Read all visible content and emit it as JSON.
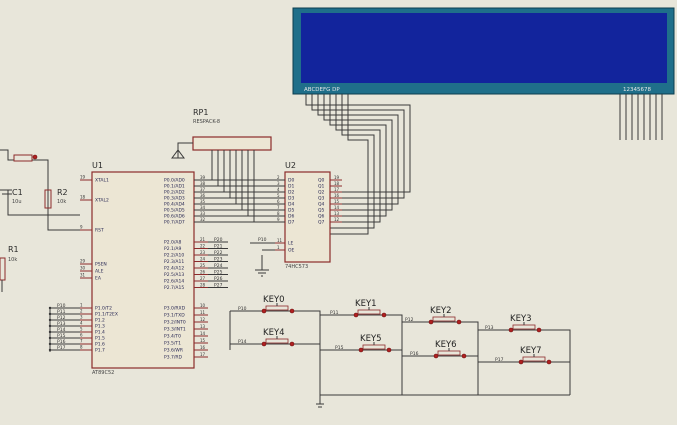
{
  "lcd": {
    "line1": "ABCDEFG DP",
    "line2": "12345678"
  },
  "rp1": {
    "ref": "RP1",
    "part": "RESPACK-8"
  },
  "u1": {
    "ref": "U1",
    "part": "AT89C52",
    "left_pins": [
      {
        "num": "19",
        "name": "XTAL1"
      },
      {
        "num": "18",
        "name": "XTAL2"
      },
      {
        "num": "9",
        "name": "RST"
      },
      {
        "num": "29",
        "name": "PSEN"
      },
      {
        "num": "30",
        "name": "ALE"
      },
      {
        "num": "31",
        "name": "EA"
      },
      {
        "num": "1",
        "name": "P1.0/T2"
      },
      {
        "num": "2",
        "name": "P1.1/T2EX"
      },
      {
        "num": "3",
        "name": "P1.2"
      },
      {
        "num": "4",
        "name": "P1.3"
      },
      {
        "num": "5",
        "name": "P1.4"
      },
      {
        "num": "6",
        "name": "P1.5"
      },
      {
        "num": "7",
        "name": "P1.6"
      },
      {
        "num": "8",
        "name": "P1.7"
      }
    ],
    "right_pins": [
      {
        "num": "39",
        "name": "P0.0/AD0"
      },
      {
        "num": "38",
        "name": "P0.1/AD1"
      },
      {
        "num": "37",
        "name": "P0.2/AD2"
      },
      {
        "num": "36",
        "name": "P0.3/AD3"
      },
      {
        "num": "35",
        "name": "P0.4/AD4"
      },
      {
        "num": "34",
        "name": "P0.5/AD5"
      },
      {
        "num": "33",
        "name": "P0.6/AD6"
      },
      {
        "num": "32",
        "name": "P0.7/AD7"
      },
      {
        "num": "21",
        "name": "P2.0/A8"
      },
      {
        "num": "22",
        "name": "P2.1/A9"
      },
      {
        "num": "23",
        "name": "P2.2/A10"
      },
      {
        "num": "24",
        "name": "P2.3/A11"
      },
      {
        "num": "25",
        "name": "P2.4/A12"
      },
      {
        "num": "26",
        "name": "P2.5/A13"
      },
      {
        "num": "27",
        "name": "P2.6/A14"
      },
      {
        "num": "28",
        "name": "P2.7/A15"
      },
      {
        "num": "10",
        "name": "P3.0/RXD"
      },
      {
        "num": "11",
        "name": "P3.1/TXD"
      },
      {
        "num": "12",
        "name": "P3.2/INT0"
      },
      {
        "num": "13",
        "name": "P3.3/INT1"
      },
      {
        "num": "14",
        "name": "P3.4/T0"
      },
      {
        "num": "15",
        "name": "P3.5/T1"
      },
      {
        "num": "16",
        "name": "P3.6/WR"
      },
      {
        "num": "17",
        "name": "P3.7/RD"
      }
    ],
    "p2_nets": [
      "P20",
      "P21",
      "P22",
      "P23",
      "P24",
      "P25",
      "P26",
      "P27"
    ],
    "p1_nets": [
      "P10",
      "P11",
      "P12",
      "P13",
      "P14",
      "P15",
      "P16",
      "P17"
    ]
  },
  "u2": {
    "ref": "U2",
    "part": "74HC573",
    "left_pins": [
      {
        "num": "2",
        "name": "D0"
      },
      {
        "num": "3",
        "name": "D1"
      },
      {
        "num": "4",
        "name": "D2"
      },
      {
        "num": "5",
        "name": "D3"
      },
      {
        "num": "6",
        "name": "D4"
      },
      {
        "num": "7",
        "name": "D5"
      },
      {
        "num": "8",
        "name": "D6"
      },
      {
        "num": "9",
        "name": "D7"
      }
    ],
    "right_pins": [
      {
        "num": "19",
        "name": "Q0"
      },
      {
        "num": "18",
        "name": "Q1"
      },
      {
        "num": "17",
        "name": "Q2"
      },
      {
        "num": "16",
        "name": "Q3"
      },
      {
        "num": "15",
        "name": "Q4"
      },
      {
        "num": "14",
        "name": "Q5"
      },
      {
        "num": "13",
        "name": "Q6"
      },
      {
        "num": "12",
        "name": "Q7"
      }
    ],
    "ctrl_pins": [
      {
        "num": "11",
        "name": "LE"
      },
      {
        "num": "1",
        "name": "OE"
      }
    ],
    "le_net": "P10"
  },
  "c1": {
    "ref": "C1",
    "value": "10u"
  },
  "r2": {
    "ref": "R2",
    "value": "10k"
  },
  "r1": {
    "ref": "R1",
    "value": "10k"
  },
  "keys": [
    {
      "name": "KEY0",
      "net": "P10"
    },
    {
      "name": "KEY4",
      "net": "P14"
    },
    {
      "name": "KEY1",
      "net": "P11"
    },
    {
      "name": "KEY5",
      "net": "P15"
    },
    {
      "name": "KEY2",
      "net": "P12"
    },
    {
      "name": "KEY6",
      "net": "P16"
    },
    {
      "name": "KEY3",
      "net": "P13"
    },
    {
      "name": "KEY7",
      "net": "P17"
    }
  ],
  "colors": {
    "background": "#e8e6da",
    "lcd_frame": "#1f6f8a",
    "lcd_screen": "#12249c",
    "chip_outline": "#8c2b2b",
    "wire": "#3a3a3a",
    "key_dot": "#b02020"
  }
}
